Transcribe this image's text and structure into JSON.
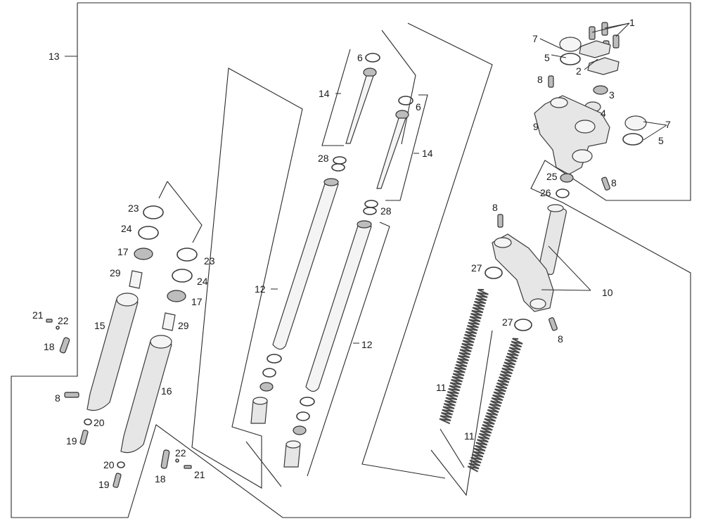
{
  "diagram": {
    "title": "",
    "callouts": [
      {
        "id": "1",
        "label": "1"
      },
      {
        "id": "2",
        "label": "2"
      },
      {
        "id": "3",
        "label": "3"
      },
      {
        "id": "4",
        "label": "4"
      },
      {
        "id": "5a",
        "label": "5"
      },
      {
        "id": "5b",
        "label": "5"
      },
      {
        "id": "6a",
        "label": "6"
      },
      {
        "id": "6b",
        "label": "6"
      },
      {
        "id": "7a",
        "label": "7"
      },
      {
        "id": "7b",
        "label": "7"
      },
      {
        "id": "8a",
        "label": "8"
      },
      {
        "id": "8b",
        "label": "8"
      },
      {
        "id": "8c",
        "label": "8"
      },
      {
        "id": "8d",
        "label": "8"
      },
      {
        "id": "8e",
        "label": "8"
      },
      {
        "id": "9",
        "label": "9"
      },
      {
        "id": "10",
        "label": "10"
      },
      {
        "id": "11a",
        "label": "11"
      },
      {
        "id": "11b",
        "label": "11"
      },
      {
        "id": "12a",
        "label": "12"
      },
      {
        "id": "12b",
        "label": "12"
      },
      {
        "id": "13",
        "label": "13"
      },
      {
        "id": "14a",
        "label": "14"
      },
      {
        "id": "14b",
        "label": "14"
      },
      {
        "id": "15",
        "label": "15"
      },
      {
        "id": "16",
        "label": "16"
      },
      {
        "id": "17a",
        "label": "17"
      },
      {
        "id": "17b",
        "label": "17"
      },
      {
        "id": "18a",
        "label": "18"
      },
      {
        "id": "18b",
        "label": "18"
      },
      {
        "id": "19a",
        "label": "19"
      },
      {
        "id": "19b",
        "label": "19"
      },
      {
        "id": "20a",
        "label": "20"
      },
      {
        "id": "20b",
        "label": "20"
      },
      {
        "id": "21a",
        "label": "21"
      },
      {
        "id": "21b",
        "label": "21"
      },
      {
        "id": "22a",
        "label": "22"
      },
      {
        "id": "22b",
        "label": "22"
      },
      {
        "id": "23a",
        "label": "23"
      },
      {
        "id": "23b",
        "label": "23"
      },
      {
        "id": "24a",
        "label": "24"
      },
      {
        "id": "24b",
        "label": "24"
      },
      {
        "id": "25",
        "label": "25"
      },
      {
        "id": "26",
        "label": "26"
      },
      {
        "id": "27a",
        "label": "27"
      },
      {
        "id": "27b",
        "label": "27"
      },
      {
        "id": "28a",
        "label": "28"
      },
      {
        "id": "28b",
        "label": "28"
      },
      {
        "id": "29a",
        "label": "29"
      },
      {
        "id": "29b",
        "label": "29"
      }
    ]
  }
}
